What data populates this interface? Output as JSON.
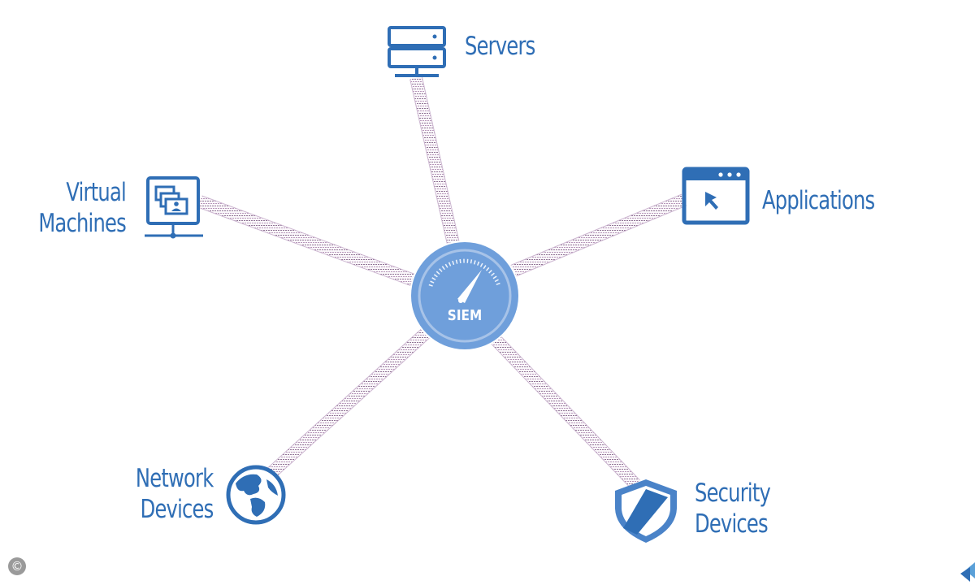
{
  "hub": {
    "label": "SIEM",
    "icon": "speedometer-icon"
  },
  "nodes": {
    "servers": {
      "label": "Servers",
      "icon": "server-icon"
    },
    "applications": {
      "label": "Applications",
      "icon": "application-window-icon"
    },
    "virtual_machines": {
      "line1": "Virtual",
      "line2": "Machines",
      "icon": "virtual-machine-monitor-icon"
    },
    "network_devices": {
      "line1": "Network",
      "line2": "Devices",
      "icon": "globe-icon"
    },
    "security_devices": {
      "line1": "Security",
      "line2": "Devices",
      "icon": "shield-icon"
    }
  },
  "footer": {
    "copyright_symbol": "©"
  },
  "colors": {
    "primary": "#2f6eb5",
    "hub_fill": "#6f9fdb",
    "hub_ring": "#a7c3e8",
    "log_stream": "#8a6d8f",
    "copyright_bg": "#9a9a9a"
  }
}
